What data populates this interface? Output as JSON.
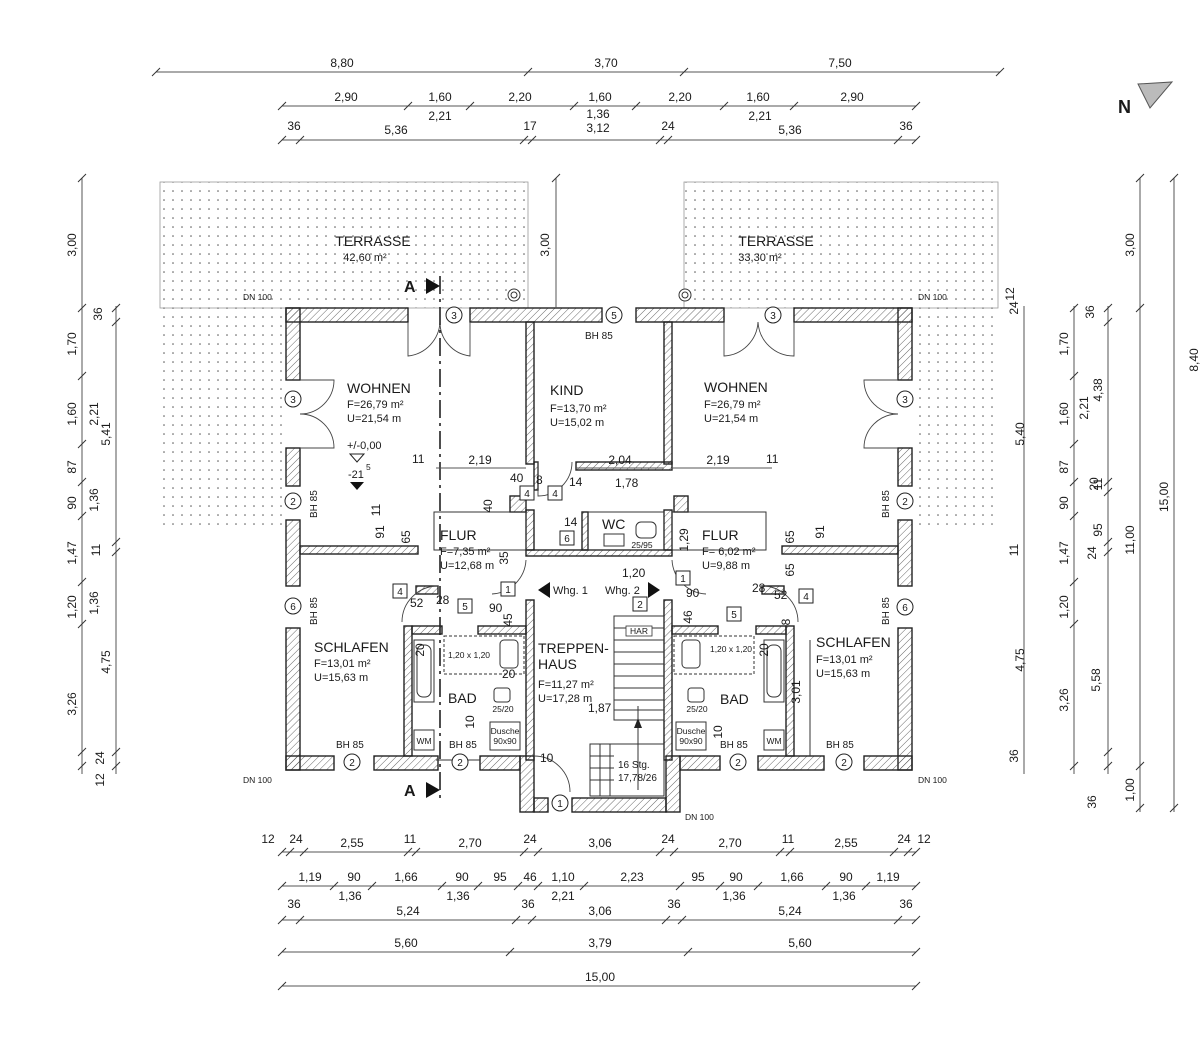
{
  "compass": {
    "label": "N"
  },
  "section": {
    "label": "A"
  },
  "terraces": [
    {
      "name": "TERRASSE",
      "area": "42,60 m²"
    },
    {
      "name": "TERRASSE",
      "area": "33,30 m²"
    }
  ],
  "rooms": {
    "wohnen_left": {
      "name": "WOHNEN",
      "f": "F=26,79 m²",
      "u": "U=21,54 m"
    },
    "kind": {
      "name": "KIND",
      "f": "F=13,70 m²",
      "u": "U=15,02 m"
    },
    "wohnen_right": {
      "name": "WOHNEN",
      "f": "F=26,79 m²",
      "u": "U=21,54 m"
    },
    "flur_left": {
      "name": "FLUR",
      "f": "F=7,35 m²",
      "u": "U=12,68 m"
    },
    "flur_right": {
      "name": "FLUR",
      "f": "F= 6,02 m²",
      "u": "U=9,88 m"
    },
    "wc": {
      "name": "WC"
    },
    "schlafen_left": {
      "name": "SCHLAFEN",
      "f": "F=13,01 m²",
      "u": "U=15,63 m"
    },
    "schlafen_right": {
      "name": "SCHLAFEN",
      "f": "F=13,01 m²",
      "u": "U=15,63 m"
    },
    "bad_left": {
      "name": "BAD"
    },
    "bad_right": {
      "name": "BAD"
    },
    "treppenhaus": {
      "name1": "TREPPEN-",
      "name2": "HAUS",
      "f": "F=11,27 m²",
      "u": "U=17,28 m"
    }
  },
  "labels": {
    "dn100": "DN 100",
    "bh85": "BH 85",
    "wm": "WM",
    "dusche": "Dusche",
    "dusche_size": "90x90",
    "tub": "1,20 x 1,20",
    "wc_size": "25/95",
    "bad_wc_size": "25/20",
    "har": "HAR",
    "stairs1": "16 Stg.",
    "stairs2": "17,78/26",
    "whg1": "Whg. 1",
    "whg2": "Whg. 2",
    "level": "+/-0,00",
    "level_minus": "-21",
    "level_minus_sup": "5"
  },
  "dims": {
    "top1": [
      "8,80",
      "3,70",
      "7,50"
    ],
    "top2": [
      "2,90",
      "1,60",
      "2,20",
      "1,60",
      "2,20",
      "1,60",
      "2,90"
    ],
    "top3": [
      "36",
      "5,36",
      "2,21",
      "17",
      "1,36",
      "3,12",
      "24",
      "2,21",
      "5,36",
      "36"
    ],
    "bottom1": [
      "12",
      "24",
      "2,55",
      "11",
      "2,70",
      "24",
      "3,06",
      "24",
      "2,70",
      "11",
      "2,55",
      "24",
      "12"
    ],
    "bottom2": [
      "1,19",
      "90",
      "1,66",
      "90",
      "95",
      "46",
      "1,10",
      "2,23",
      "95",
      "90",
      "1,66",
      "90",
      "1,19"
    ],
    "bottom3": [
      "36",
      "1,36",
      "5,24",
      "1,36",
      "36",
      "2,21",
      "3,06",
      "36",
      "1,36",
      "5,24",
      "1,36",
      "36"
    ],
    "bottom4": [
      "5,60",
      "3,79",
      "5,60"
    ],
    "bottom5": "15,00",
    "left_outer": [
      "3,00",
      "1,70",
      "1,60",
      "87",
      "90",
      "1,47",
      "1,20",
      "3,26",
      "24"
    ],
    "left_inner": [
      "36",
      "2,21",
      "5,41",
      "1,36",
      "11",
      "1,36",
      "4,75",
      "12"
    ],
    "right_outer": [
      "3,00",
      "1,70",
      "1,60",
      "87",
      "90",
      "1,47",
      "1,20",
      "3,26",
      "1,00"
    ],
    "right_inner": [
      "36",
      "2,21",
      "4,38",
      "11",
      "95",
      "24",
      "5,58",
      "36"
    ],
    "right_far": [
      "3,00",
      "15,00",
      "11,00",
      "8,40"
    ],
    "right_mid": [
      "24",
      "12",
      "5,40",
      "11",
      "4,75",
      "36"
    ],
    "vert_center": "3,00",
    "interior": [
      "2,19",
      "2,04",
      "2,19",
      "1,78",
      "1,20",
      "1,87",
      "3,01",
      "1,29",
      "11",
      "40",
      "8",
      "14",
      "40",
      "65",
      "91",
      "65",
      "91",
      "52",
      "28",
      "52",
      "28",
      "90",
      "45",
      "35",
      "20",
      "20",
      "10",
      "10",
      "46",
      "90",
      "8",
      "65",
      "11",
      "14",
      "20",
      "20",
      "11",
      "5"
    ]
  },
  "markers": {
    "circles": [
      "3",
      "5",
      "3",
      "3",
      "3",
      "2",
      "2",
      "6",
      "6",
      "2",
      "2",
      "2",
      "2",
      "1"
    ],
    "boxes": [
      "4",
      "4",
      "6",
      "1",
      "1",
      "2",
      "5",
      "5",
      "4",
      "4"
    ]
  }
}
